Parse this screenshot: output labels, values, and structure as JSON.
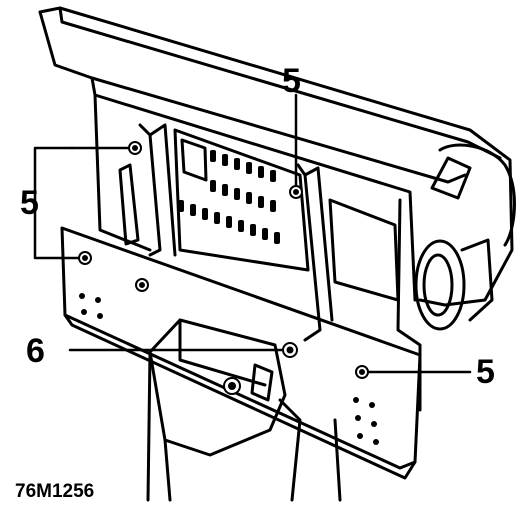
{
  "diagram": {
    "callouts": {
      "top": "5",
      "left": "5",
      "middle_left": "6",
      "right": "5"
    },
    "figure_code": "76M1256"
  }
}
